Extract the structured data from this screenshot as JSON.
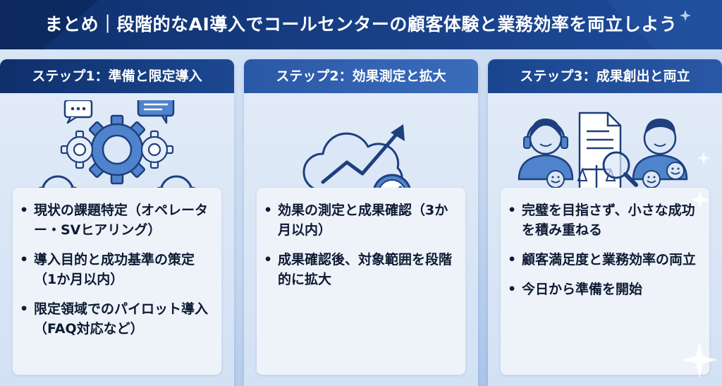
{
  "header": {
    "title": "まとめ｜段階的なAI導入でコールセンターの顧客体験と業務効率を両立しよう"
  },
  "colors": {
    "header_dark": "#0f2f6b",
    "card_header_1": "#14387a",
    "card_header_2": "#2f5fae",
    "card_header_3": "#1c4891",
    "icon_stroke": "#1d3f7e",
    "icon_fill": "#4f84cc",
    "text": "#0e1a33"
  },
  "cards": [
    {
      "title": "ステップ1：準備と限定導入",
      "icon": "gears-headset-chat-icon",
      "items": [
        "現状の課題特定（オペレーター・SVヒアリング）",
        "導入目的と成功基準の策定（1か月以内）",
        "限定領域でのパイロット導入（FAQ対応など）"
      ]
    },
    {
      "title": "ステップ2：効果測定と拡大",
      "icon": "cloud-growth-check-icon",
      "items": [
        "効果の測定と成果確認（3か月以内）",
        "成果確認後、対象範囲を段階的に拡大"
      ]
    },
    {
      "title": "ステップ3：成果創出と両立",
      "icon": "people-document-balance-icon",
      "items": [
        "完璧を目指さず、小さな成功を積み重ねる",
        "顧客満足度と業務効率の両立",
        "今日から準備を開始"
      ]
    }
  ]
}
